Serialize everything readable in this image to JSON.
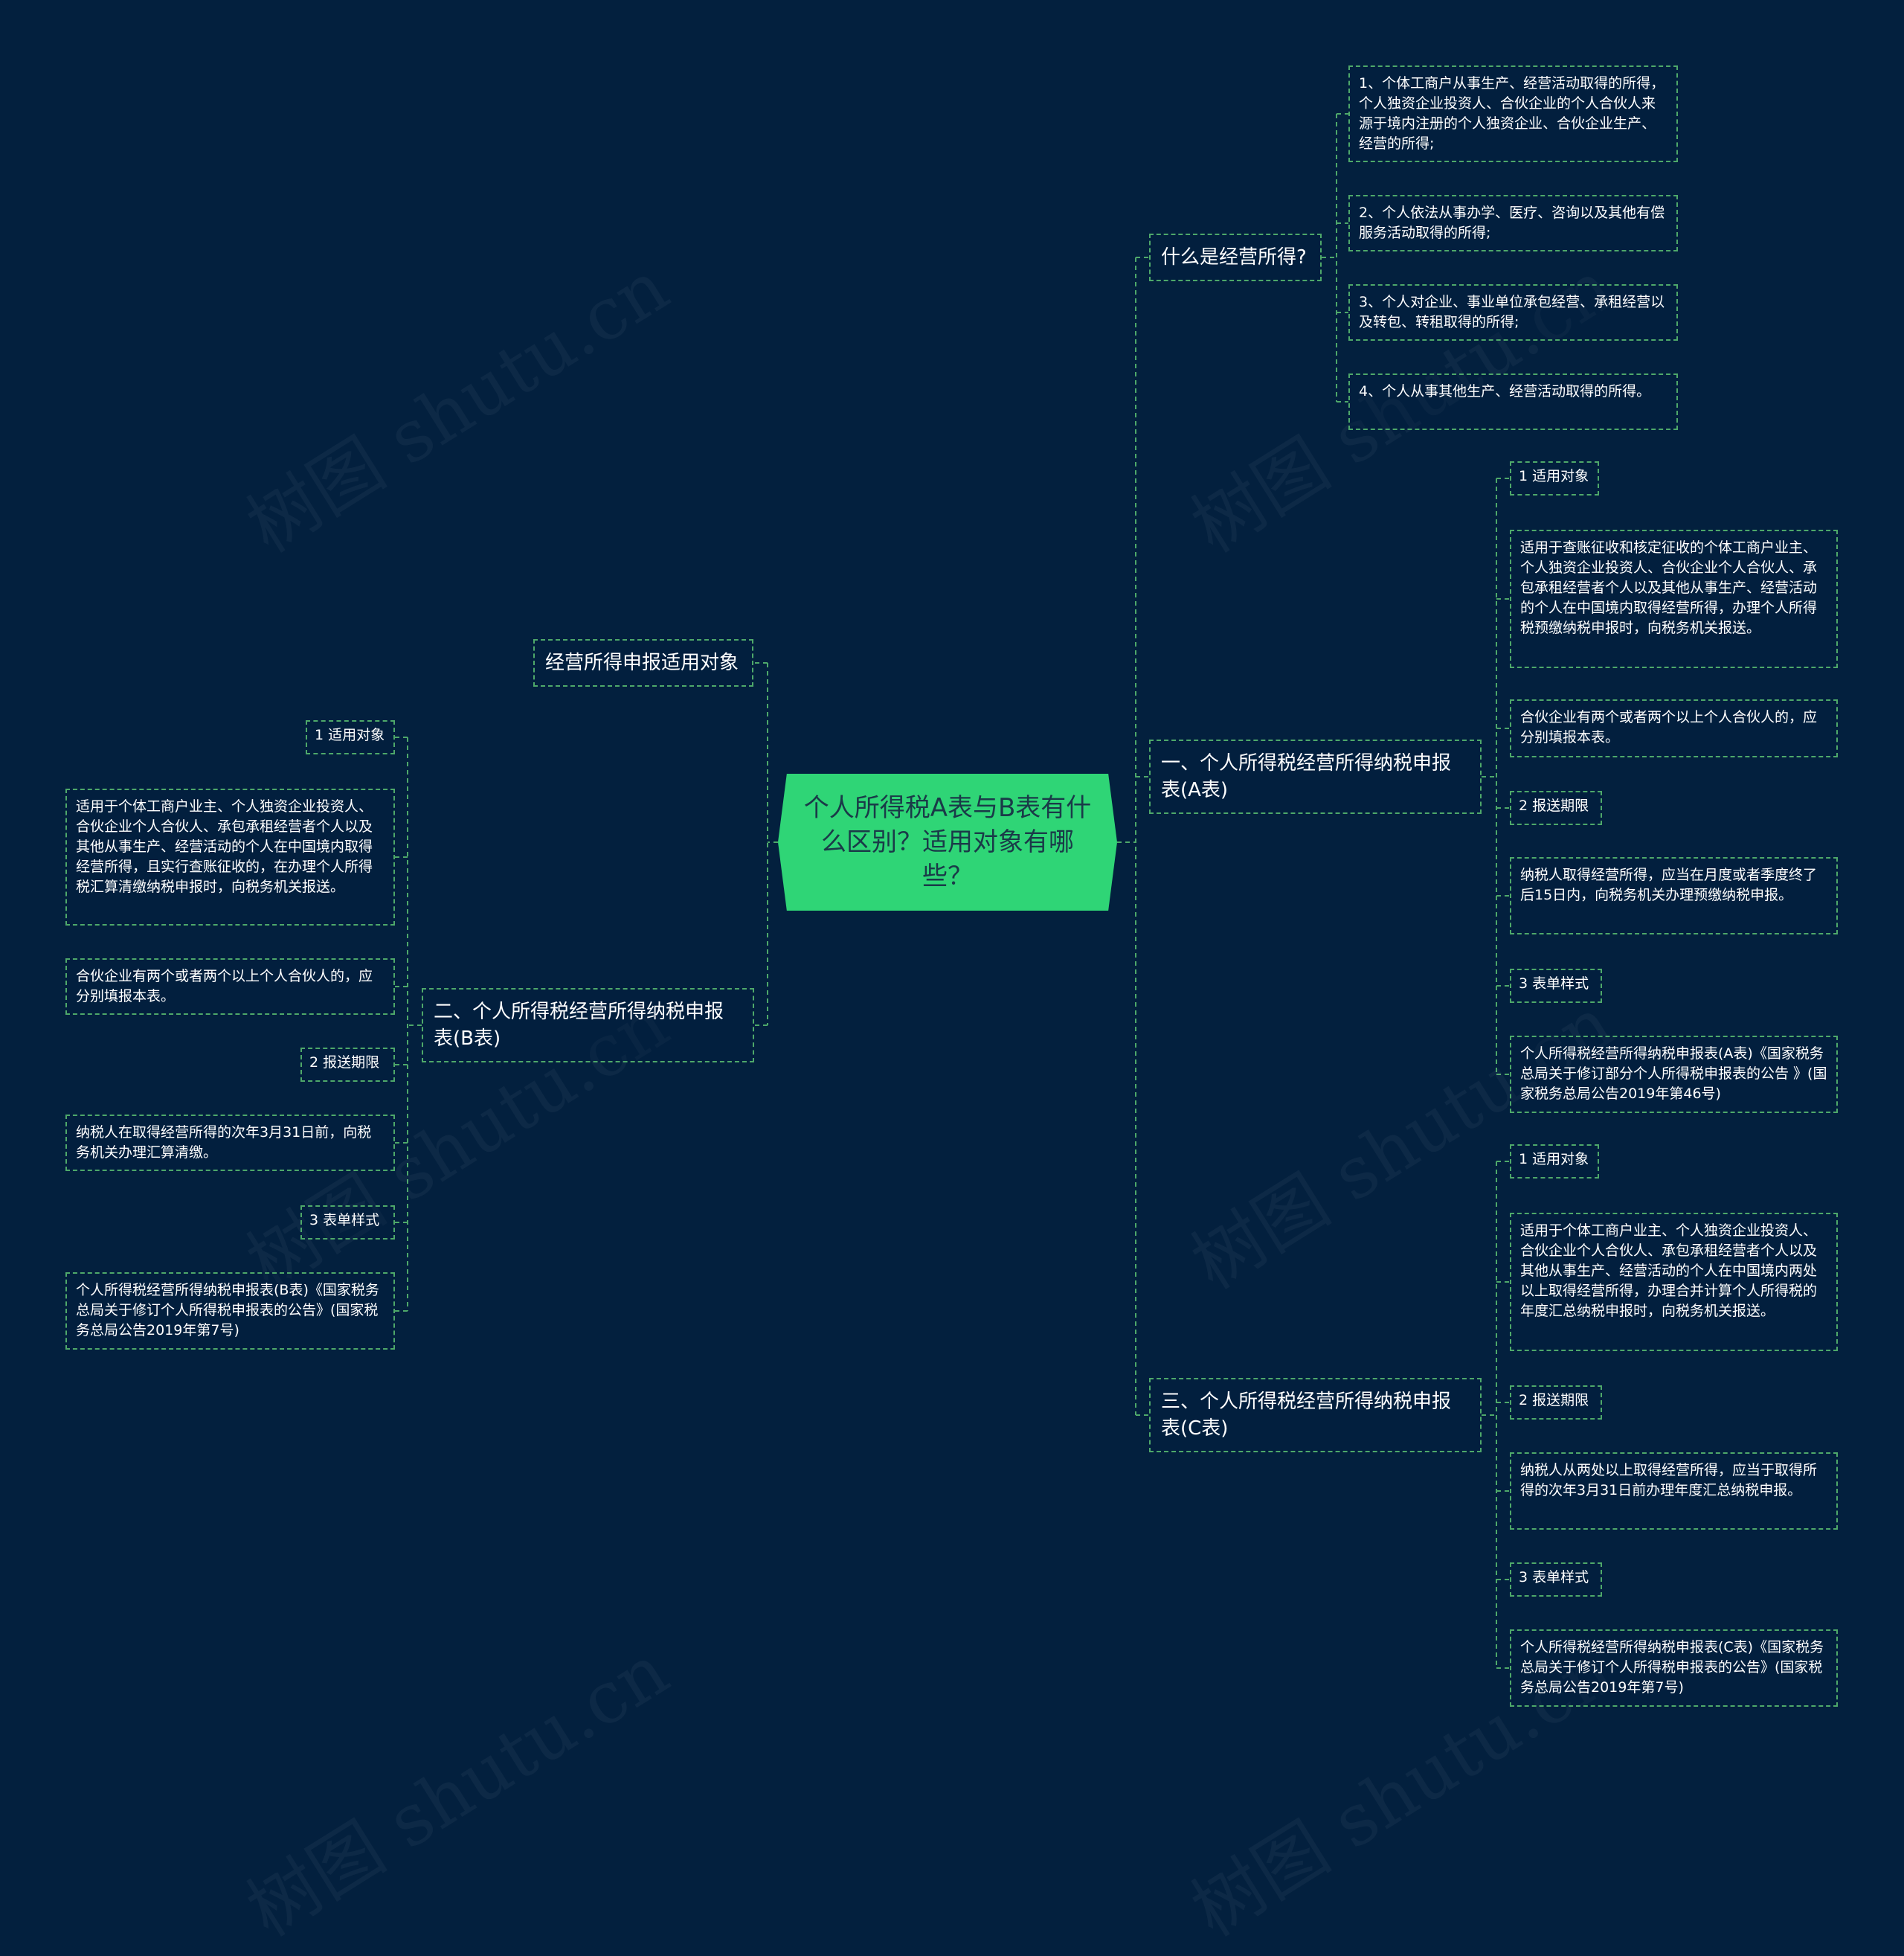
{
  "watermark": "树图 shutu.cn",
  "colors": {
    "background": "#03203e",
    "root_fill": "#2fd576",
    "line": "#4ea86a",
    "text": "#ffffff"
  },
  "root": {
    "text": "个人所得税A表与B表有什么区别？适用对象有哪些？"
  },
  "right": {
    "what_is": {
      "title": "什么是经营所得?",
      "items": [
        "1、个体工商户从事生产、经营活动取得的所得，个人独资企业投资人、合伙企业的个人合伙人来源于境内注册的个人独资企业、合伙企业生产、经营的所得;",
        "2、个人依法从事办学、医疗、咨询以及其他有偿服务活动取得的所得;",
        "3、个人对企业、事业单位承包经营、承租经营以及转包、转租取得的所得;",
        "4、个人从事其他生产、经营活动取得的所得。"
      ]
    },
    "table_a": {
      "title": "一、个人所得税经营所得纳税申报表(A表)",
      "scope_label": "1 适用对象",
      "scope_text": "适用于查账征收和核定征收的个体工商户业主、个人独资企业投资人、合伙企业个人合伙人、承包承租经营者个人以及其他从事生产、经营活动的个人在中国境内取得经营所得，办理个人所得税预缴纳税申报时，向税务机关报送。",
      "partner_note": "合伙企业有两个或者两个以上个人合伙人的，应分别填报本表。",
      "deadline_label": "2 报送期限",
      "deadline_text": "纳税人取得经营所得，应当在月度或者季度终了后15日内，向税务机关办理预缴纳税申报。",
      "form_label": "3 表单样式",
      "form_text": "个人所得税经营所得纳税申报表(A表)《国家税务总局关于修订部分个人所得税申报表的公告 》(国家税务总局公告2019年第46号)"
    },
    "table_c": {
      "title": "三、个人所得税经营所得纳税申报表(C表)",
      "scope_label": "1 适用对象",
      "scope_text": "适用于个体工商户业主、个人独资企业投资人、合伙企业个人合伙人、承包承租经营者个人以及其他从事生产、经营活动的个人在中国境内两处以上取得经营所得，办理合并计算个人所得税的年度汇总纳税申报时，向税务机关报送。",
      "deadline_label": "2 报送期限",
      "deadline_text": "纳税人从两处以上取得经营所得，应当于取得所得的次年3月31日前办理年度汇总纳税申报。",
      "form_label": "3 表单样式",
      "form_text": "个人所得税经营所得纳税申报表(C表)《国家税务总局关于修订个人所得税申报表的公告》(国家税务总局公告2019年第7号)"
    }
  },
  "left": {
    "scope_heading": {
      "title": "经营所得申报适用对象"
    },
    "table_b": {
      "title": "二、个人所得税经营所得纳税申报表(B表)",
      "scope_label": "1 适用对象",
      "scope_text": "适用于个体工商户业主、个人独资企业投资人、合伙企业个人合伙人、承包承租经营者个人以及其他从事生产、经营活动的个人在中国境内取得经营所得，且实行查账征收的，在办理个人所得税汇算清缴纳税申报时，向税务机关报送。",
      "partner_note": "合伙企业有两个或者两个以上个人合伙人的，应分别填报本表。",
      "deadline_label": "2 报送期限",
      "deadline_text": "纳税人在取得经营所得的次年3月31日前，向税务机关办理汇算清缴。",
      "form_label": "3 表单样式",
      "form_text": "个人所得税经营所得纳税申报表(B表)《国家税务总局关于修订个人所得税申报表的公告》(国家税务总局公告2019年第7号)"
    }
  }
}
